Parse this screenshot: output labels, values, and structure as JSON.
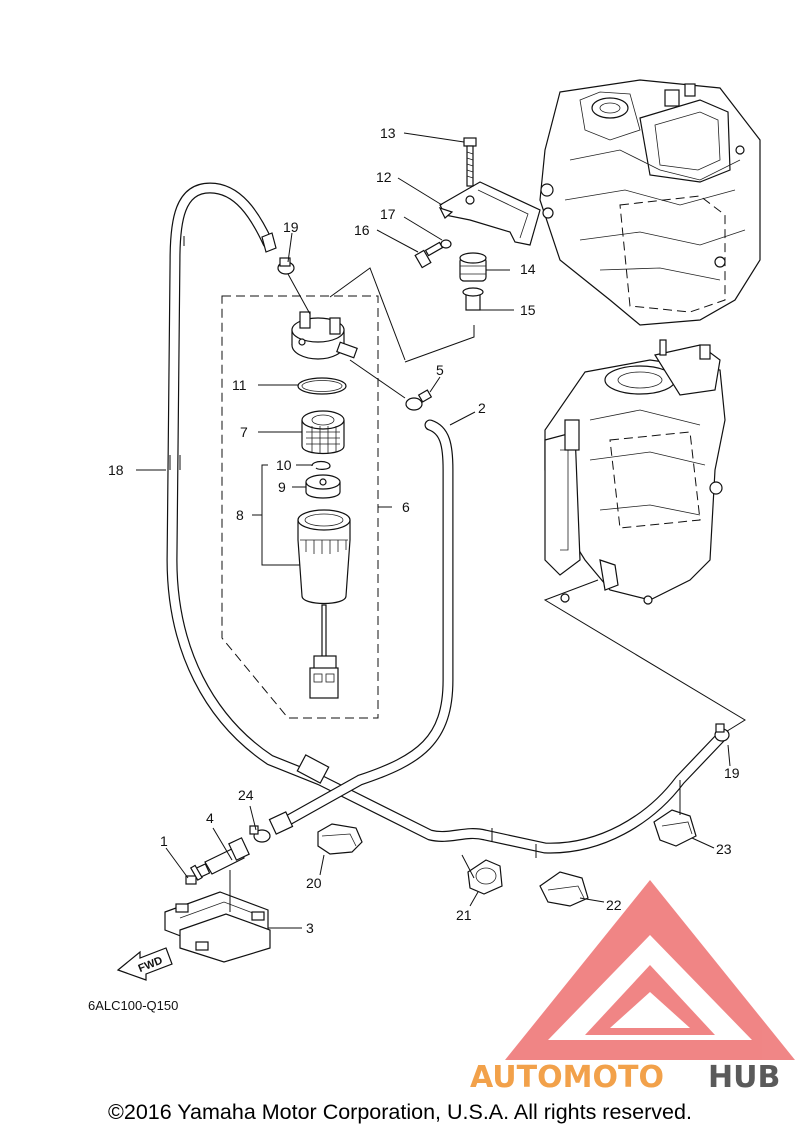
{
  "diagram": {
    "part_callouts": {
      "c1": "1",
      "c2": "2",
      "c3": "3",
      "c4": "4",
      "c5": "5",
      "c6": "6",
      "c7": "7",
      "c8": "8",
      "c9": "9",
      "c10": "10",
      "c11": "11",
      "c12": "12",
      "c13": "13",
      "c14": "14",
      "c15": "15",
      "c16": "16",
      "c17": "17",
      "c18": "18",
      "c19a": "19",
      "c19b": "19",
      "c20": "20",
      "c21": "21",
      "c22": "22",
      "c23": "23",
      "c24": "24"
    },
    "direction_label": "FWD",
    "diagram_code": "6ALC100-Q150"
  },
  "watermark": {
    "brand_part1": "AUTOMOTO",
    "brand_part2": "HUB",
    "color_primary": "#f2a14a",
    "color_secondary": "#5a5a5a",
    "triangle_color": "#ec6464"
  },
  "footer": {
    "copyright": "©2016 Yamaha Motor Corporation, U.S.A. All rights reserved."
  }
}
